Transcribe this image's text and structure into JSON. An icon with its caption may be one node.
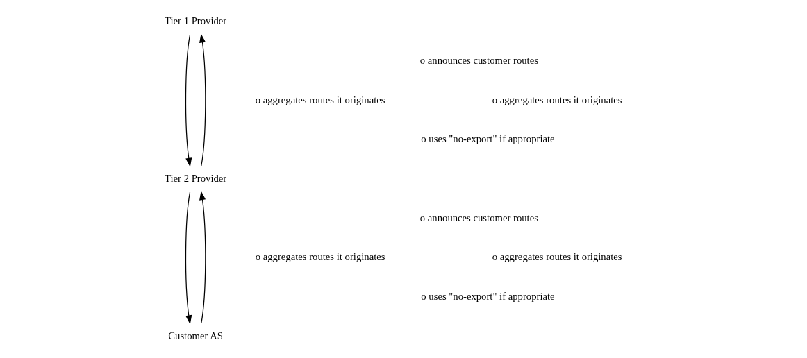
{
  "diagram": {
    "nodes": [
      {
        "text": [
          "Tier 1 Provider"
        ]
      },
      {
        "text": [
          "Tier 2 Provider"
        ]
      },
      {
        "text": [
          "Customer AS"
        ]
      }
    ],
    "edges": [
      {
        "from": 0,
        "to": 1,
        "arrow": "to"
      },
      {
        "from": 1,
        "to": 0,
        "arrow": "to"
      },
      {
        "from": 1,
        "to": 2,
        "arrow": "to"
      },
      {
        "from": 2,
        "to": 1,
        "arrow": "to"
      }
    ],
    "labels": [
      "o aggregates routes it originates",
      "o announces customer routes",
      "o aggregates routes it originates",
      "o uses \"no-export\" if appropriate",
      "o aggregates routes it originates",
      "o announces customer routes",
      "o aggregates routes it originates",
      "o uses \"no-export\" if appropriate"
    ]
  }
}
